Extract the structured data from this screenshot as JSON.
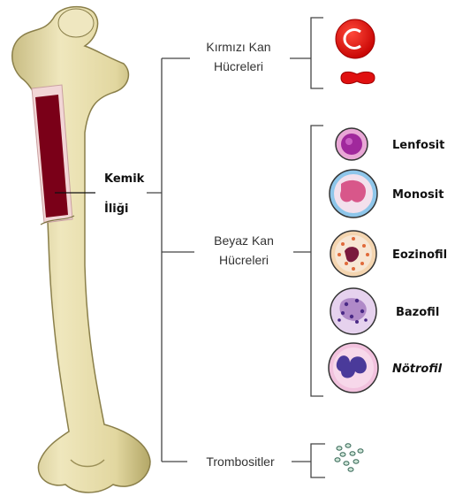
{
  "bone_label": {
    "line1": "Kemik",
    "line2": "İliği"
  },
  "groups": {
    "red": {
      "line1": "Kırmızı Kan",
      "line2": "Hücreleri"
    },
    "white": {
      "line1": "Beyaz Kan",
      "line2": "Hücreleri"
    },
    "platelet": {
      "label": "Trombositler"
    }
  },
  "white_cells": [
    {
      "label": "Lenfosit"
    },
    {
      "label": "Monosit"
    },
    {
      "label": "Eozinofil"
    },
    {
      "label": "Bazofil"
    },
    {
      "label": "Nötrofil"
    }
  ],
  "colors": {
    "bone": "#e6ddaa",
    "bone_shadow": "#b8ad74",
    "marrow": "#7a0018",
    "rbc": "#e01010",
    "lines": "#444444"
  }
}
